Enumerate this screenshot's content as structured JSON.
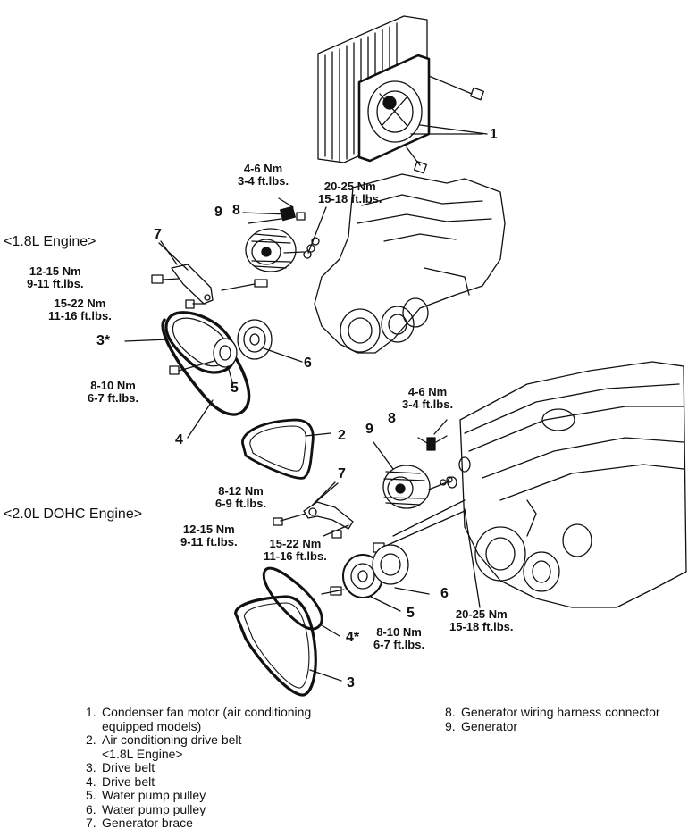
{
  "engines": {
    "e18": "<1.8L Engine>",
    "e20": "<2.0L DOHC Engine>"
  },
  "callouts": {
    "c1": "1",
    "c2": "2",
    "c3star": "3*",
    "c3": "3",
    "c4": "4",
    "c4star": "4*",
    "c5a": "5",
    "c5b": "5",
    "c6a": "6",
    "c6b": "6",
    "c7a": "7",
    "c7b": "7",
    "c8a": "8",
    "c8b": "8",
    "c9a": "9",
    "c9b": "9"
  },
  "torques": {
    "t1": [
      "4-6 Nm",
      "3-4 ft.lbs."
    ],
    "t2": [
      "20-25 Nm",
      "15-18 ft.lbs."
    ],
    "t3": [
      "12-15 Nm",
      "9-11 ft.lbs."
    ],
    "t4": [
      "15-22 Nm",
      "11-16 ft.lbs."
    ],
    "t5": [
      "8-10 Nm",
      "6-7 ft.lbs."
    ],
    "t6": [
      "4-6 Nm",
      "3-4 ft.lbs."
    ],
    "t7": [
      "8-12 Nm",
      "6-9 ft.lbs."
    ],
    "t8": [
      "12-15 Nm",
      "9-11 ft.lbs."
    ],
    "t9": [
      "15-22 Nm",
      "11-16 ft.lbs."
    ],
    "t10": [
      "20-25 Nm",
      "15-18 ft.lbs."
    ],
    "t11": [
      "8-10 Nm",
      "6-7 ft.lbs."
    ]
  },
  "legend": {
    "left": [
      {
        "num": "1.",
        "text": "Condenser fan motor (air conditioning",
        "cont": "equipped models)"
      },
      {
        "num": "2.",
        "text": "Air conditioning drive belt",
        "cont": "<1.8L Engine>"
      },
      {
        "num": "3.",
        "text": "Drive belt"
      },
      {
        "num": "4.",
        "text": "Drive belt"
      },
      {
        "num": "5.",
        "text": "Water pump pulley"
      },
      {
        "num": "6.",
        "text": "Water pump pulley"
      },
      {
        "num": "7.",
        "text": "Generator brace"
      }
    ],
    "right": [
      {
        "num": "8.",
        "text": "Generator wiring harness connector"
      },
      {
        "num": "9.",
        "text": "Generator"
      }
    ]
  }
}
